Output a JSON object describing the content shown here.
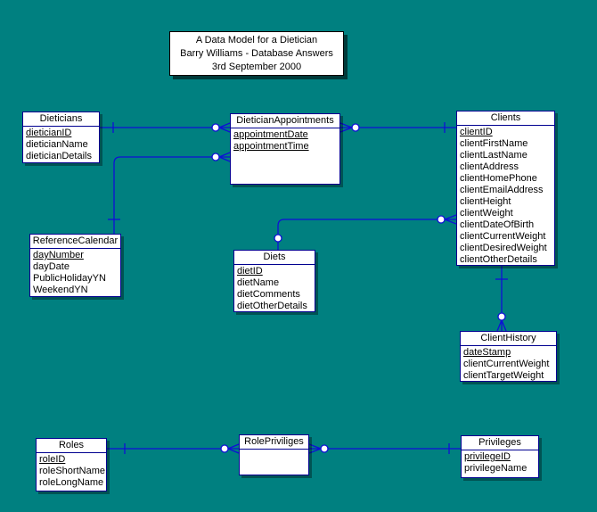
{
  "colors": {
    "background": "#008080",
    "box_background": "#ffffff",
    "entity_border": "#000090",
    "relationship_line": "#0f0fd6",
    "title_border": "#000000",
    "text": "#000000"
  },
  "title_box": {
    "line1": "A Data Model for a Dietician",
    "line2": "Barry Williams - Database Answers",
    "line3": "3rd September 2000"
  },
  "entities": [
    {
      "name": "Dieticians",
      "attributes": [
        {
          "label": "dieticianID",
          "key": true
        },
        {
          "label": "dieticianName",
          "key": false
        },
        {
          "label": "dieticianDetails",
          "key": false
        }
      ]
    },
    {
      "name": "DieticianAppointments",
      "attributes": [
        {
          "label": "appointmentDate",
          "key": true
        },
        {
          "label": "appointmentTime",
          "key": true
        }
      ]
    },
    {
      "name": "Clients",
      "attributes": [
        {
          "label": "clientID",
          "key": true
        },
        {
          "label": "clientFirstName",
          "key": false
        },
        {
          "label": "clientLastName",
          "key": false
        },
        {
          "label": "clientAddress",
          "key": false
        },
        {
          "label": "clientHomePhone",
          "key": false
        },
        {
          "label": "clientEmailAddress",
          "key": false
        },
        {
          "label": "clientHeight",
          "key": false
        },
        {
          "label": "clientWeight",
          "key": false
        },
        {
          "label": "clientDateOfBirth",
          "key": false
        },
        {
          "label": "clientCurrentWeight",
          "key": false
        },
        {
          "label": "clientDesiredWeight",
          "key": false
        },
        {
          "label": "clientOtherDetails",
          "key": false
        }
      ]
    },
    {
      "name": "ReferenceCalendar",
      "attributes": [
        {
          "label": "dayNumber",
          "key": true
        },
        {
          "label": "dayDate",
          "key": false
        },
        {
          "label": "PublicHolidayYN",
          "key": false
        },
        {
          "label": "WeekendYN",
          "key": false
        }
      ]
    },
    {
      "name": "Diets",
      "attributes": [
        {
          "label": "dietID",
          "key": true
        },
        {
          "label": "dietName",
          "key": false
        },
        {
          "label": "dietComments",
          "key": false
        },
        {
          "label": "dietOtherDetails",
          "key": false
        }
      ]
    },
    {
      "name": "ClientHistory",
      "attributes": [
        {
          "label": "dateStamp",
          "key": true
        },
        {
          "label": "clientCurrentWeight",
          "key": false
        },
        {
          "label": "clientTargetWeight",
          "key": false
        }
      ]
    },
    {
      "name": "Roles",
      "attributes": [
        {
          "label": "roleID",
          "key": true
        },
        {
          "label": "roleShortName",
          "key": false
        },
        {
          "label": "roleLongName",
          "key": false
        }
      ]
    },
    {
      "name": "RolePriviliges",
      "attributes": []
    },
    {
      "name": "Privileges",
      "attributes": [
        {
          "label": "privilegeID",
          "key": true
        },
        {
          "label": "privilegeName",
          "key": false
        }
      ]
    }
  ],
  "relationships": [
    {
      "from": "Dieticians",
      "to": "DieticianAppointments",
      "from_marker": "one",
      "to_marker": "zero-or-many"
    },
    {
      "from": "ReferenceCalendar",
      "to": "DieticianAppointments",
      "from_marker": "one",
      "to_marker": "zero-or-many"
    },
    {
      "from": "Clients",
      "to": "DieticianAppointments",
      "from_marker": "one",
      "to_marker": "zero-or-many"
    },
    {
      "from": "Diets",
      "to": "Clients",
      "from_marker": "zero-or-one",
      "to_marker": "zero-or-many"
    },
    {
      "from": "Clients",
      "to": "ClientHistory",
      "from_marker": "one",
      "to_marker": "zero-or-many"
    },
    {
      "from": "Roles",
      "to": "RolePriviliges",
      "from_marker": "one",
      "to_marker": "zero-or-many"
    },
    {
      "from": "Privileges",
      "to": "RolePriviliges",
      "from_marker": "one",
      "to_marker": "zero-or-many"
    }
  ]
}
